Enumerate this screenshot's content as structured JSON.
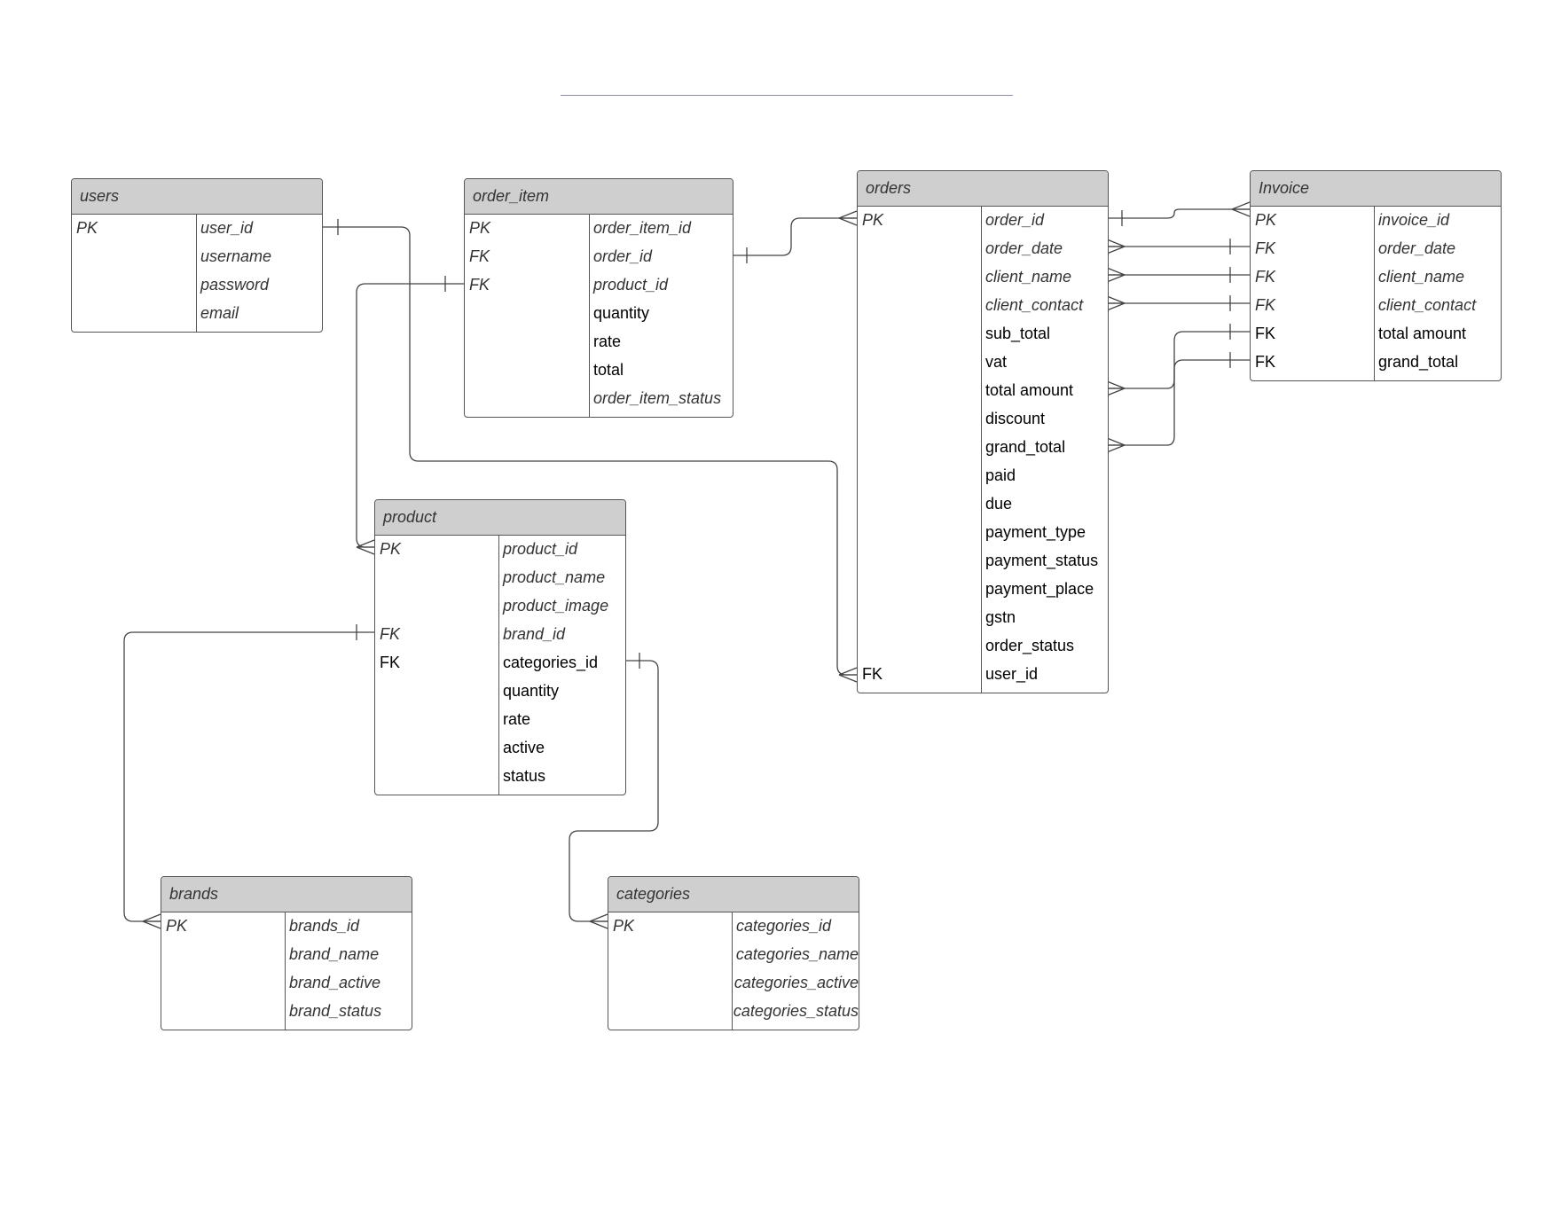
{
  "entities": {
    "users": {
      "title": "users",
      "rows": [
        {
          "key": "PK",
          "field": "user_id"
        },
        {
          "key": "",
          "field": "username"
        },
        {
          "key": "",
          "field": "password"
        },
        {
          "key": "",
          "field": "email"
        }
      ]
    },
    "order_item": {
      "title": "order_item",
      "rows": [
        {
          "key": "PK",
          "field": "order_item_id"
        },
        {
          "key": "FK",
          "field": "order_id"
        },
        {
          "key": "FK",
          "field": "product_id"
        },
        {
          "key": "",
          "field": "quantity"
        },
        {
          "key": "",
          "field": "rate"
        },
        {
          "key": "",
          "field": "total"
        },
        {
          "key": "",
          "field": "order_item_status"
        }
      ]
    },
    "orders": {
      "title": "orders",
      "rows": [
        {
          "key": "PK",
          "field": "order_id"
        },
        {
          "key": "",
          "field": "order_date"
        },
        {
          "key": "",
          "field": "client_name"
        },
        {
          "key": "",
          "field": "client_contact"
        },
        {
          "key": "",
          "field": "sub_total"
        },
        {
          "key": "",
          "field": "vat"
        },
        {
          "key": "",
          "field": "total amount"
        },
        {
          "key": "",
          "field": "discount"
        },
        {
          "key": "",
          "field": "grand_total"
        },
        {
          "key": "",
          "field": "paid"
        },
        {
          "key": "",
          "field": "due"
        },
        {
          "key": "",
          "field": "payment_type"
        },
        {
          "key": "",
          "field": "payment_status"
        },
        {
          "key": "",
          "field": "payment_place"
        },
        {
          "key": "",
          "field": "gstn"
        },
        {
          "key": "",
          "field": "order_status"
        },
        {
          "key": "FK",
          "field": "user_id"
        }
      ]
    },
    "invoice": {
      "title": "Invoice",
      "rows": [
        {
          "key": "PK",
          "field": "invoice_id"
        },
        {
          "key": "FK",
          "field": "order_date"
        },
        {
          "key": "FK",
          "field": "client_name"
        },
        {
          "key": "FK",
          "field": "client_contact"
        },
        {
          "key": "FK",
          "field": "total amount"
        },
        {
          "key": "FK",
          "field": "grand_total"
        }
      ]
    },
    "product": {
      "title": "product",
      "rows": [
        {
          "key": "PK",
          "field": "product_id"
        },
        {
          "key": "",
          "field": "product_name"
        },
        {
          "key": "",
          "field": "product_image"
        },
        {
          "key": "FK",
          "field": "brand_id"
        },
        {
          "key": "FK",
          "field": "categories_id"
        },
        {
          "key": "",
          "field": "quantity"
        },
        {
          "key": "",
          "field": "rate"
        },
        {
          "key": "",
          "field": "active"
        },
        {
          "key": "",
          "field": "status"
        }
      ]
    },
    "brands": {
      "title": "brands",
      "rows": [
        {
          "key": "PK",
          "field": "brands_id"
        },
        {
          "key": "",
          "field": "brand_name"
        },
        {
          "key": "",
          "field": "brand_active"
        },
        {
          "key": "",
          "field": "brand_status"
        }
      ]
    },
    "categories": {
      "title": "categories",
      "rows": [
        {
          "key": "PK",
          "field": "categories_id"
        },
        {
          "key": "",
          "field": "categories_name"
        },
        {
          "key": "",
          "field": "categories_active"
        },
        {
          "key": "",
          "field": "categories_status"
        }
      ]
    }
  },
  "relationships": [
    {
      "from": "users.user_id",
      "to": "orders.user_id",
      "from_end": "one",
      "to_end": "many"
    },
    {
      "from": "order_item.order_id",
      "to": "orders.order_id",
      "from_end": "one",
      "to_end": "many"
    },
    {
      "from": "order_item.product_id",
      "to": "product.product_id",
      "from_end": "one",
      "to_end": "many"
    },
    {
      "from": "orders.order_id",
      "to": "invoice.invoice_id",
      "from_end": "one",
      "to_end": "many"
    },
    {
      "from": "orders.order_date",
      "to": "invoice.order_date",
      "from_end": "many",
      "to_end": "one"
    },
    {
      "from": "orders.client_name",
      "to": "invoice.client_name",
      "from_end": "many",
      "to_end": "one"
    },
    {
      "from": "orders.client_contact",
      "to": "invoice.client_contact",
      "from_end": "many",
      "to_end": "one"
    },
    {
      "from": "orders.total amount",
      "to": "invoice.total amount",
      "from_end": "many",
      "to_end": "one"
    },
    {
      "from": "orders.grand_total",
      "to": "invoice.grand_total",
      "from_end": "many",
      "to_end": "one"
    },
    {
      "from": "product.brand_id",
      "to": "brands.brands_id",
      "from_end": "one",
      "to_end": "many"
    },
    {
      "from": "product.categories_id",
      "to": "categories.categories_id",
      "from_end": "one",
      "to_end": "many"
    }
  ]
}
